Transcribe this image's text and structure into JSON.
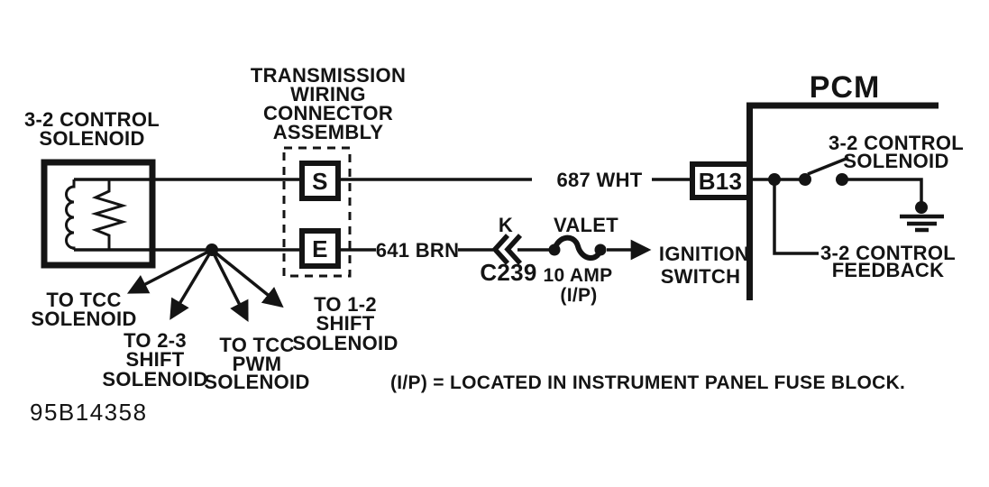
{
  "colors": {
    "ink": "#141414",
    "paper": "#ffffff"
  },
  "left_solenoid": {
    "label_line1": "3-2 CONTROL",
    "label_line2": "SOLENOID"
  },
  "connector_assembly": {
    "label_line1": "TRANSMISSION",
    "label_line2": "WIRING",
    "label_line3": "CONNECTOR",
    "label_line4": "ASSEMBLY",
    "terminal_s": "S",
    "terminal_e": "E"
  },
  "wires": {
    "top": "687 WHT",
    "bottom": "641 BRN"
  },
  "inline_connector": {
    "cavity": "K",
    "id": "C239"
  },
  "fuse": {
    "name": "VALET",
    "rating": "10 AMP",
    "location": "(I/P)"
  },
  "ignition_switch": {
    "label_line1": "IGNITION",
    "label_line2": "SWITCH"
  },
  "pcm": {
    "title": "PCM",
    "pin": "B13",
    "driver_label_line1": "3-2 CONTROL",
    "driver_label_line2": "SOLENOID",
    "feedback_label_line1": "3-2 CONTROL",
    "feedback_label_line2": "FEEDBACK"
  },
  "branches": {
    "tcc": {
      "line1": "TO TCC",
      "line2": "SOLENOID"
    },
    "shift_23": {
      "line1": "TO 2-3",
      "line2": "SHIFT",
      "line3": "SOLENOID"
    },
    "tcc_pwm": {
      "line1": "TO TCC",
      "line2": "PWM",
      "line3": "SOLENOID"
    },
    "shift_12": {
      "line1": "TO 1-2",
      "line2": "SHIFT",
      "line3": "SOLENOID"
    }
  },
  "footer": {
    "note": "(I/P) = LOCATED IN INSTRUMENT PANEL FUSE BLOCK.",
    "diagram_id": "95B14358"
  }
}
